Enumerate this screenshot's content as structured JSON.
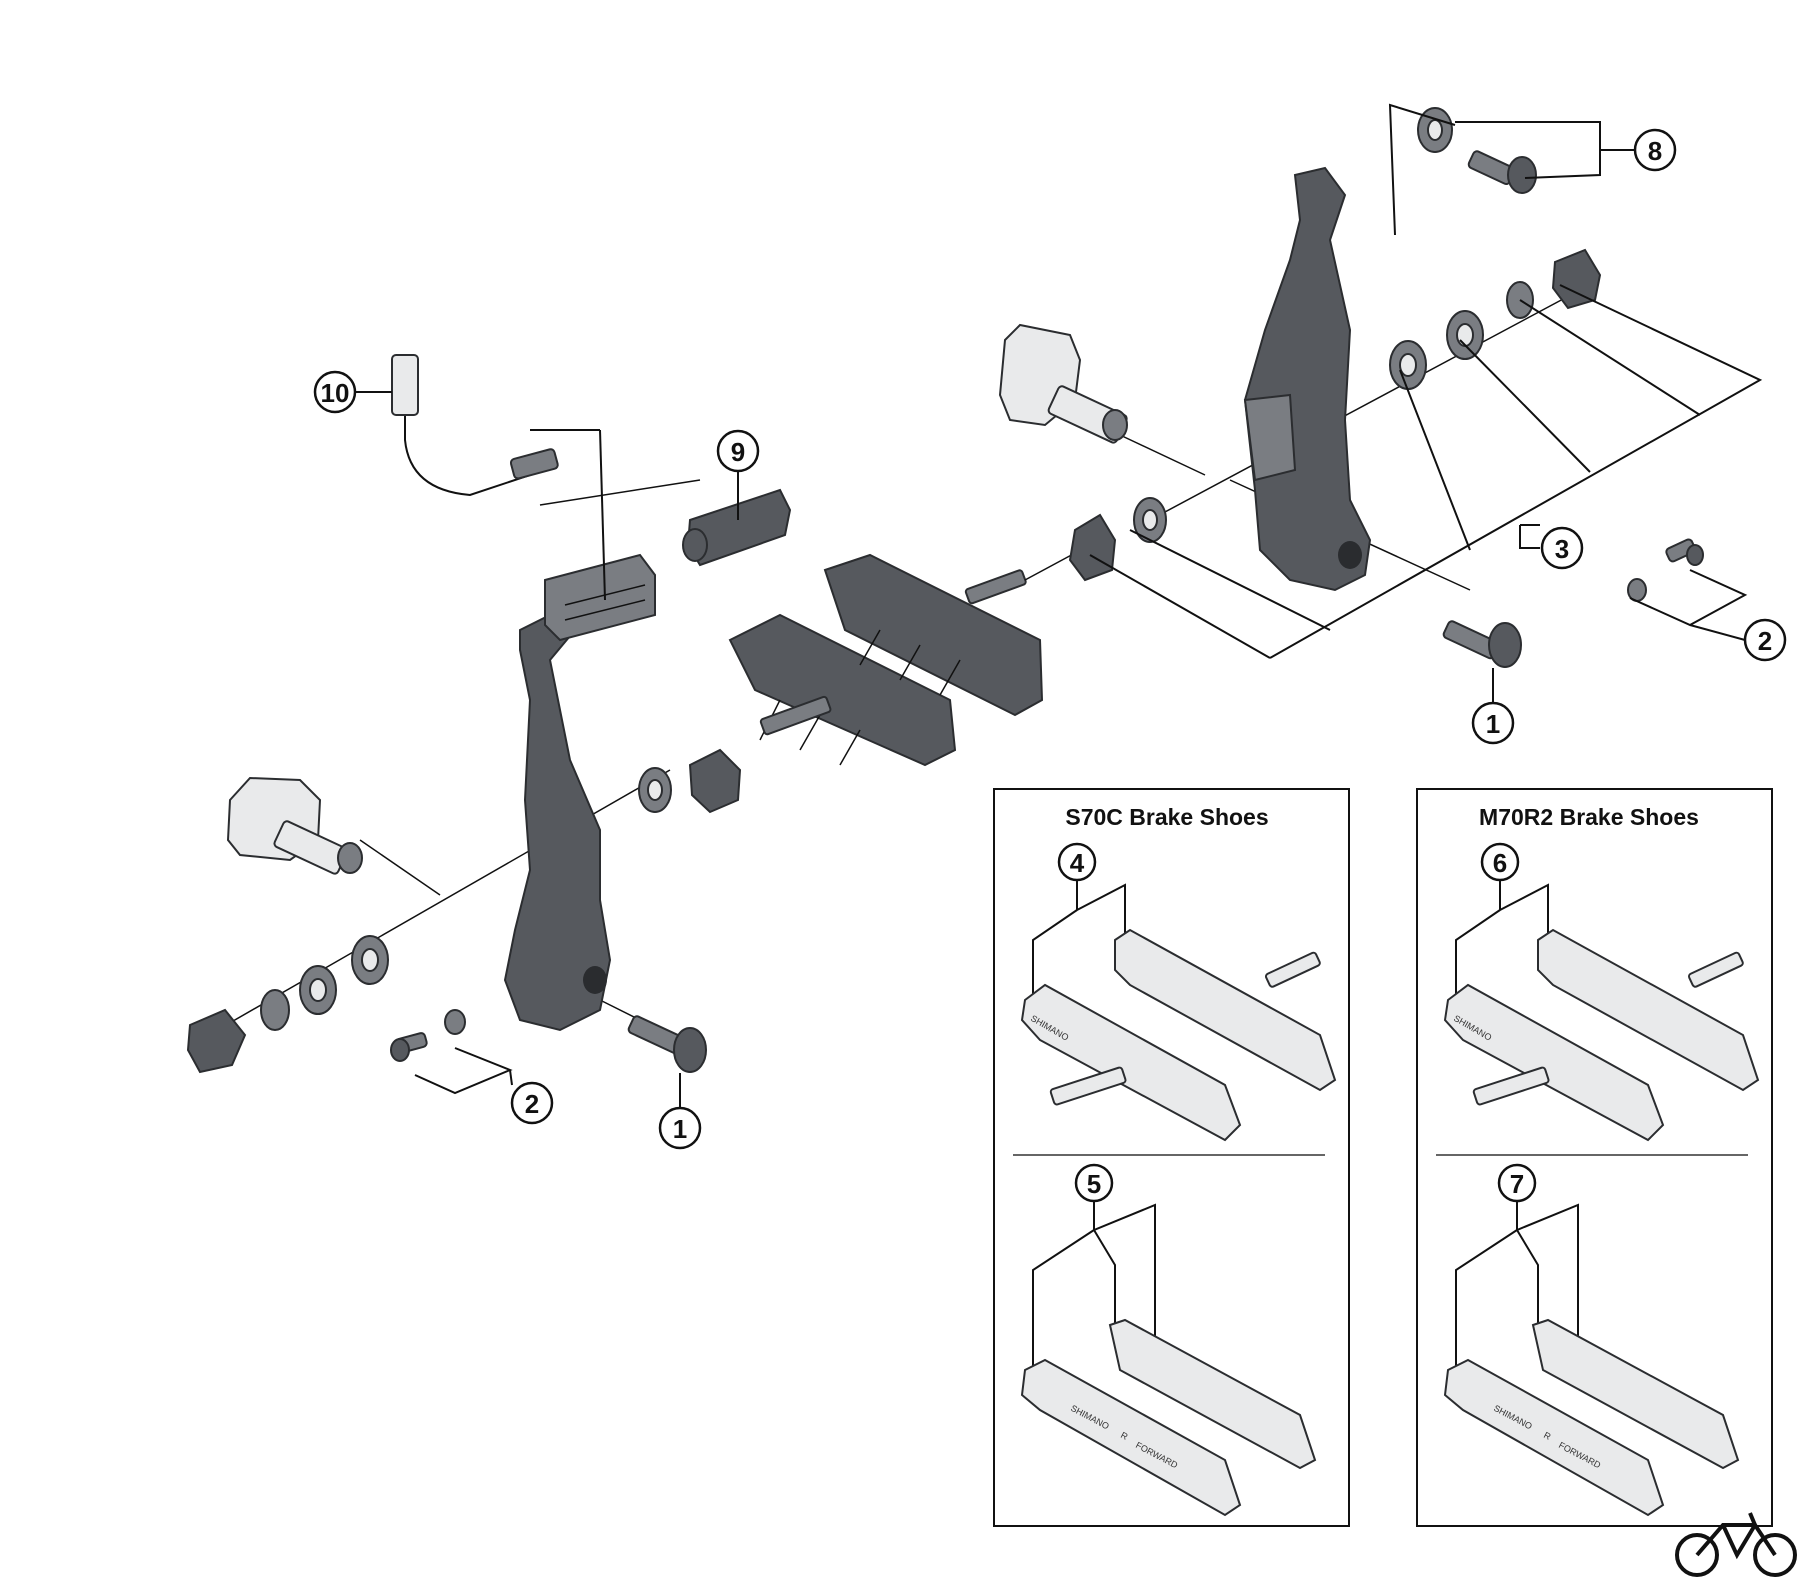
{
  "callouts": {
    "c1": "1",
    "c2": "2",
    "c3": "3",
    "c4": "4",
    "c5": "5",
    "c6": "6",
    "c7": "7",
    "c8": "8",
    "c9": "9",
    "c10": "10"
  },
  "boxes": {
    "left_title": "S70C Brake Shoes",
    "right_title": "M70R2 Brake Shoes"
  },
  "shoe_markings": {
    "brand": "SHIMANO",
    "direction": "FORWARD",
    "side": "R"
  },
  "icons": {
    "corner_logo": "bicycle-icon"
  }
}
